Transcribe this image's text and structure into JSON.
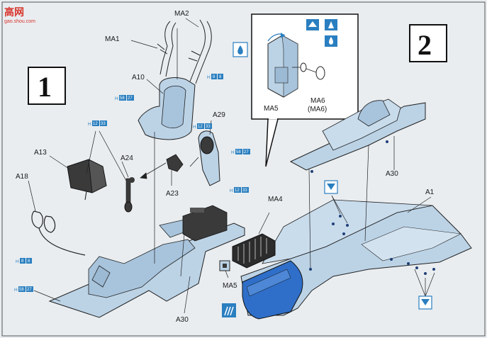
{
  "watermark": {
    "brand": "高网",
    "url": "gao.shou.com"
  },
  "steps": {
    "step1": "1",
    "step2": "2"
  },
  "parts": {
    "MA1": "MA1",
    "MA2": "MA2",
    "A10": "A10",
    "A29": "A29",
    "A13": "A13",
    "A24": "A24",
    "A18": "A18",
    "A23": "A23",
    "A30_step1": "A30",
    "MA5_inset": "MA5",
    "MA6_inset": "MA6",
    "MA6_paren": "(MA6)",
    "A30_step2": "A30",
    "MA4": "MA4",
    "A1": "A1",
    "MA5_step2": "MA5"
  },
  "paint_codes": {
    "h8_a": {
      "h": "H",
      "a": "8",
      "b": "8"
    },
    "h58_a": {
      "h": "H",
      "a": "58",
      "b": "27"
    },
    "h12_a": {
      "h": "H",
      "a": "12",
      "b": "33"
    },
    "h12_b": {
      "h": "H",
      "a": "12",
      "b": "33"
    },
    "h58_b": {
      "h": "H",
      "a": "58",
      "b": "27"
    },
    "h12_c": {
      "h": "H",
      "a": "12",
      "b": "33"
    },
    "h8_b": {
      "h": "H",
      "a": "8",
      "b": "8"
    },
    "h58_c": {
      "h": "H",
      "a": "58",
      "b": "27"
    }
  },
  "colors": {
    "part_fill": "#bcd3e6",
    "accent_blue": "#2a7fc0",
    "panel_blue": "#2f6fc9",
    "line": "#222222"
  }
}
